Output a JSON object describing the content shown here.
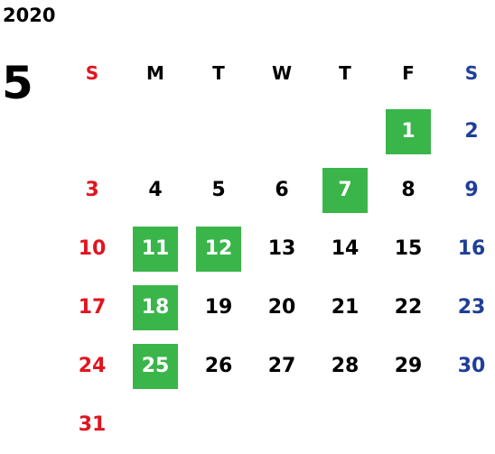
{
  "calendar": {
    "year": "2020",
    "month": "5",
    "weekdays": [
      "S",
      "M",
      "T",
      "W",
      "T",
      "F",
      "S"
    ],
    "weeks": [
      [
        "",
        "",
        "",
        "",
        "",
        "1",
        "2"
      ],
      [
        "3",
        "4",
        "5",
        "6",
        "7",
        "8",
        "9"
      ],
      [
        "10",
        "11",
        "12",
        "13",
        "14",
        "15",
        "16"
      ],
      [
        "17",
        "18",
        "19",
        "20",
        "21",
        "22",
        "23"
      ],
      [
        "24",
        "25",
        "26",
        "27",
        "28",
        "29",
        "30"
      ],
      [
        "31",
        "",
        "",
        "",
        "",
        "",
        ""
      ]
    ],
    "highlighted_days": [
      "1",
      "7",
      "11",
      "12",
      "18",
      "25"
    ]
  },
  "colors": {
    "sunday": "#e0151f",
    "saturday": "#1f3f98",
    "weekday": "#000000",
    "highlight": "#3ab54a",
    "highlight_text": "#ffffff"
  }
}
